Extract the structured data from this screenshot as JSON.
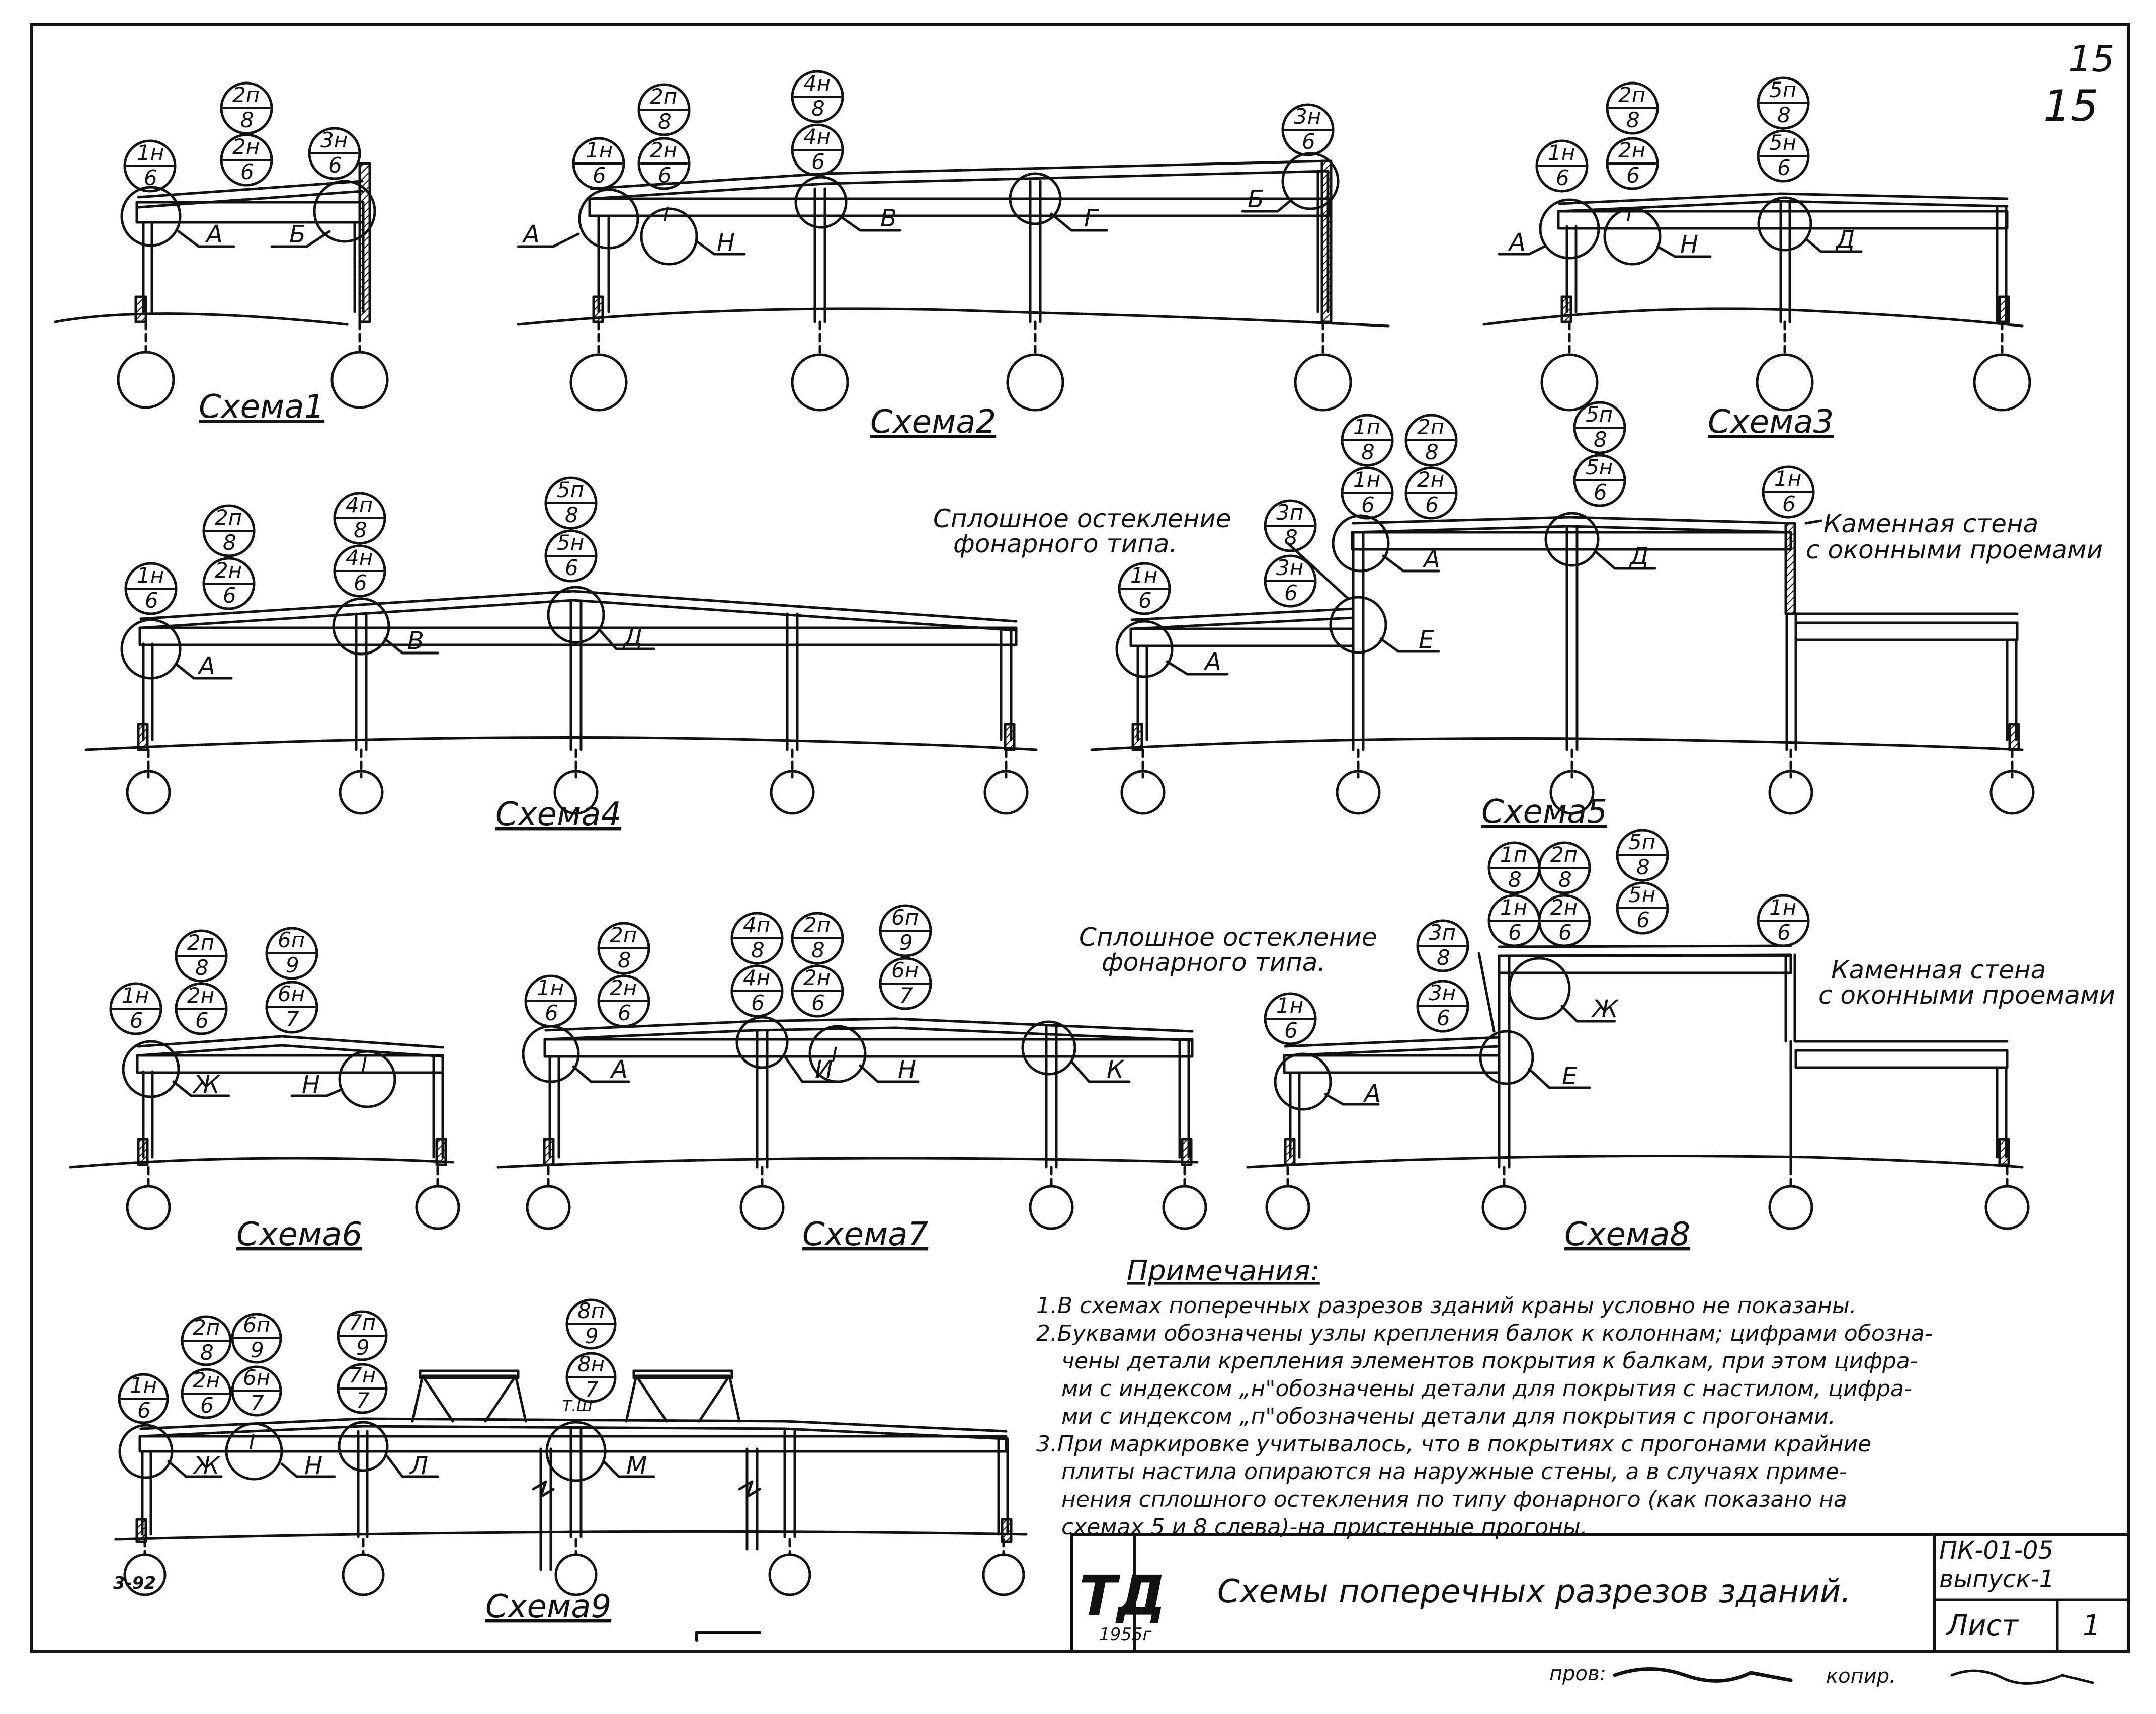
{
  "sheet_number": "15",
  "schemes": [
    {
      "title": "Схема1"
    },
    {
      "title": "Схема2"
    },
    {
      "title": "Схема3"
    },
    {
      "title": "Схема4"
    },
    {
      "title": "Схема5"
    },
    {
      "title": "Схема6"
    },
    {
      "title": "Схема7"
    },
    {
      "title": "Схема8"
    },
    {
      "title": "Схема9"
    }
  ],
  "callouts": {
    "s1": {
      "m1": [
        "1н",
        "6"
      ],
      "m2": [
        "2п",
        "8"
      ],
      "m3": [
        "2н",
        "6"
      ],
      "m4": [
        "3н",
        "6"
      ],
      "a": "А",
      "b": "Б"
    },
    "s2": {
      "m1": [
        "1н",
        "6"
      ],
      "m2": [
        "2п",
        "8"
      ],
      "m3": [
        "2н",
        "6"
      ],
      "m4": [
        "4н",
        "8"
      ],
      "m5": [
        "4н",
        "6"
      ],
      "m6": [
        "3н",
        "6"
      ],
      "a": "А",
      "h": "Н",
      "v": "В",
      "g": "Г",
      "b": "Б"
    },
    "s3": {
      "m1": [
        "1н",
        "6"
      ],
      "m2": [
        "2п",
        "8"
      ],
      "m3": [
        "2н",
        "6"
      ],
      "m4": [
        "5п",
        "8"
      ],
      "m5": [
        "5н",
        "6"
      ],
      "a": "А",
      "h": "Н",
      "d": "Д"
    },
    "s4": {
      "m1": [
        "1н",
        "6"
      ],
      "m2": [
        "2п",
        "8"
      ],
      "m3": [
        "2н",
        "6"
      ],
      "m4": [
        "4п",
        "8"
      ],
      "m5": [
        "4н",
        "6"
      ],
      "m6": [
        "5п",
        "8"
      ],
      "m7": [
        "5н",
        "6"
      ],
      "a": "А",
      "v": "В",
      "d": "Д"
    },
    "s5": {
      "m1": [
        "1н",
        "6"
      ],
      "m2": [
        "3н",
        "6"
      ],
      "m3": [
        "3п",
        "8"
      ],
      "m4": [
        "1п",
        "8"
      ],
      "m5": [
        "2п",
        "8"
      ],
      "m6": [
        "1н",
        "6"
      ],
      "m7": [
        "2н",
        "6"
      ],
      "m8": [
        "5п",
        "8"
      ],
      "m9": [
        "5н",
        "6"
      ],
      "m10": [
        "1н",
        "6"
      ],
      "a1": "А",
      "a2": "А",
      "d": "Д",
      "e": "Е"
    },
    "s6": {
      "m1": [
        "1н",
        "6"
      ],
      "m2": [
        "2п",
        "8"
      ],
      "m3": [
        "2н",
        "6"
      ],
      "m4": [
        "6п",
        "9"
      ],
      "m5": [
        "6н",
        "7"
      ],
      "zh": "Ж",
      "h": "Н"
    },
    "s7": {
      "m1": [
        "1н",
        "6"
      ],
      "m2": [
        "2п",
        "8"
      ],
      "m3": [
        "2н",
        "6"
      ],
      "m4": [
        "4п",
        "8"
      ],
      "m5": [
        "4н",
        "6"
      ],
      "m6": [
        "2п",
        "8"
      ],
      "m7": [
        "2н",
        "6"
      ],
      "m8": [
        "6п",
        "9"
      ],
      "m9": [
        "6н",
        "7"
      ],
      "a": "А",
      "i": "И",
      "h": "Н",
      "k": "К"
    },
    "s8": {
      "m1": [
        "1н",
        "6"
      ],
      "m2": [
        "3н",
        "6"
      ],
      "m3": [
        "3п",
        "8"
      ],
      "m4": [
        "1п",
        "8"
      ],
      "m5": [
        "2п",
        "8"
      ],
      "m6": [
        "1н",
        "6"
      ],
      "m7": [
        "2н",
        "6"
      ],
      "m8": [
        "5п",
        "8"
      ],
      "m9": [
        "5н",
        "6"
      ],
      "m10": [
        "1н",
        "6"
      ],
      "a": "А",
      "e": "Е",
      "zh": "Ж"
    },
    "s9": {
      "m1": [
        "1н",
        "6"
      ],
      "m2": [
        "2п",
        "8"
      ],
      "m3": [
        "2н",
        "6"
      ],
      "m4": [
        "6п",
        "9"
      ],
      "m5": [
        "6н",
        "7"
      ],
      "m6": [
        "7п",
        "9"
      ],
      "m7": [
        "7н",
        "7"
      ],
      "m8": [
        "8п",
        "9"
      ],
      "m9": [
        "8н",
        "7"
      ],
      "zh": "Ж",
      "h": "Н",
      "l": "Л",
      "m": "М",
      "tsh": "Т.Ш"
    }
  },
  "annotations": {
    "glazing_1": "Сплошное остекление",
    "glazing_2": "фонарного типа.",
    "wall_1": "Каменная стена",
    "wall_2": "с оконными проемами"
  },
  "notes": {
    "title": "Примечания:",
    "lines": [
      "1.В схемах поперечных разрезов зданий краны условно не показаны.",
      "2.Буквами обозначены узлы крепления балок к колоннам; цифрами обозна-",
      "чены детали крепления элементов покрытия к балкам, при этом цифра-",
      "ми с индексом „н\"обозначены детали для покрытия с настилом, цифра-",
      "ми с индексом „п\"обозначены детали для покрытия с прогонами.",
      "3.При маркировке учитывалось, что в покрытиях с прогонами крайние",
      "плиты настила опираются на наружные стены, а в случаях приме-",
      "нения сплошного остекления по типу фонарного (как показано на",
      "схемах 5 и 8 слева)-на пристенные прогоны."
    ]
  },
  "title_block": {
    "logo": "ТД",
    "year": "1955г",
    "title": "Схемы поперечных разрезов зданий.",
    "code": "ПК-01-05",
    "issue": "выпуск-1",
    "sheet_label": "Лист",
    "sheet_no": "1"
  },
  "signatures": {
    "checked": "пров:",
    "copied": "копир."
  },
  "stamp": "3-92"
}
